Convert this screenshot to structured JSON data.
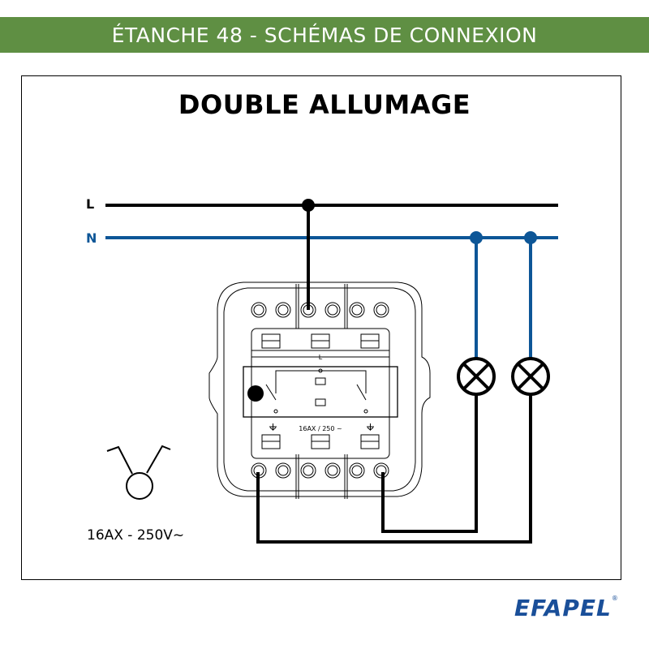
{
  "header": {
    "banner_title": "ÉTANCHE 48 - SCHÉMAS DE CONNEXION",
    "banner_color": "#5f8f43"
  },
  "diagram": {
    "title": "DOUBLE ALLUMAGE",
    "wires": [
      {
        "label": "L",
        "color": "#000000",
        "meaning": "line"
      },
      {
        "label": "N",
        "color": "#0d5697",
        "meaning": "neutral"
      }
    ],
    "switch_marking": "16AX / 250 ~",
    "switch_center_label": "L",
    "lamps": [
      {
        "id": "lamp-1",
        "symbol": "lamp-cross-icon"
      },
      {
        "id": "lamp-2",
        "symbol": "lamp-cross-icon"
      }
    ],
    "symbol": "double-switch-icon",
    "rating": "16AX - 250V~"
  },
  "footer": {
    "brand": "EFAPEL",
    "brand_mark": "®",
    "brand_color": "#1a4f99"
  }
}
